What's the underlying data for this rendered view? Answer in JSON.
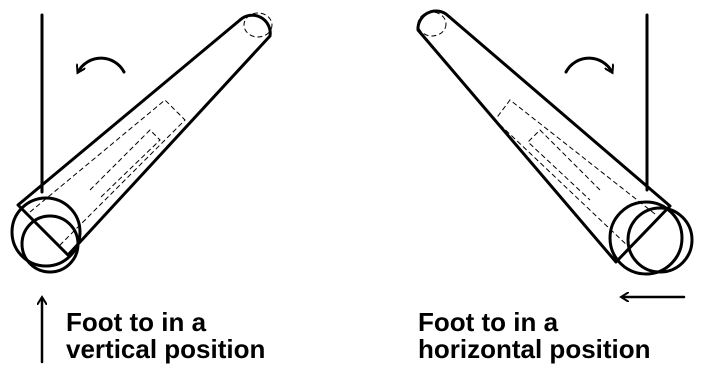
{
  "captions": {
    "left": {
      "line1": "Foot to in a",
      "line2": "vertical position"
    },
    "right": {
      "line1": "Foot to in a",
      "line2": "horizontal position"
    }
  },
  "icons": {
    "left_rotation": "counterclockwise-arrow-icon",
    "right_rotation": "clockwise-arrow-icon",
    "left_push": "up-arrow-icon",
    "right_push": "left-arrow-icon"
  },
  "colors": {
    "ink": "#000000",
    "background": "#ffffff"
  }
}
